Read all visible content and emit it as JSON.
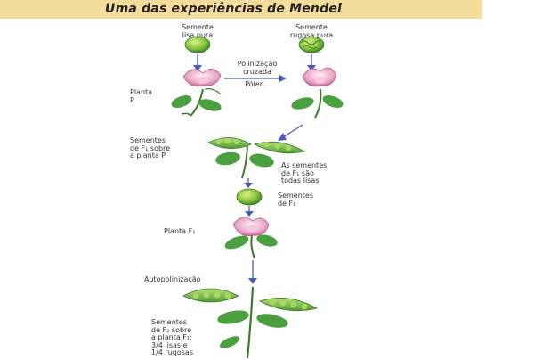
{
  "title": "Uma das experiências de Mendel",
  "labels": {
    "seed_smooth_1": "Semente",
    "seed_smooth_2": "lisa pura",
    "seed_wrinkled_1": "Semente",
    "seed_wrinkled_2": "rugosa pura",
    "cross_pollination_1": "Polinização",
    "cross_pollination_2": "cruzada",
    "pollen": "Pólen",
    "plant_p_1": "Planta",
    "plant_p_2": "P",
    "f1_seeds_on_p_1": "Sementes",
    "f1_seeds_on_p_2": "de F₁ sobre",
    "f1_seeds_on_p_3": "a planta P",
    "f1_all_smooth_1": "As sementes",
    "f1_all_smooth_2": "de F₁ são",
    "f1_all_smooth_3": "todas lisas",
    "f1_seeds_1": "Sementes",
    "f1_seeds_2": "de F₁",
    "plant_f1": "Planta F₁",
    "self_pollination": "Autopolinização",
    "f2_seeds_1": "Sementes",
    "f2_seeds_2": "de F₂ sobre",
    "f2_seeds_3": "a planta F₁:",
    "f2_seeds_4": "3/4 lisas e",
    "f2_seeds_5": "1/4 rugosas"
  },
  "colors": {
    "title_band": "#f4dc9a",
    "arrow": "#4a5ab8",
    "leaf": "#3f9a3a",
    "pea": "#8cc63f",
    "flower": "#e8a6c4"
  },
  "icons": [
    "smooth-seed-icon",
    "wrinkled-seed-icon",
    "flower-icon",
    "pea-pod-icon",
    "down-arrow-icon"
  ]
}
